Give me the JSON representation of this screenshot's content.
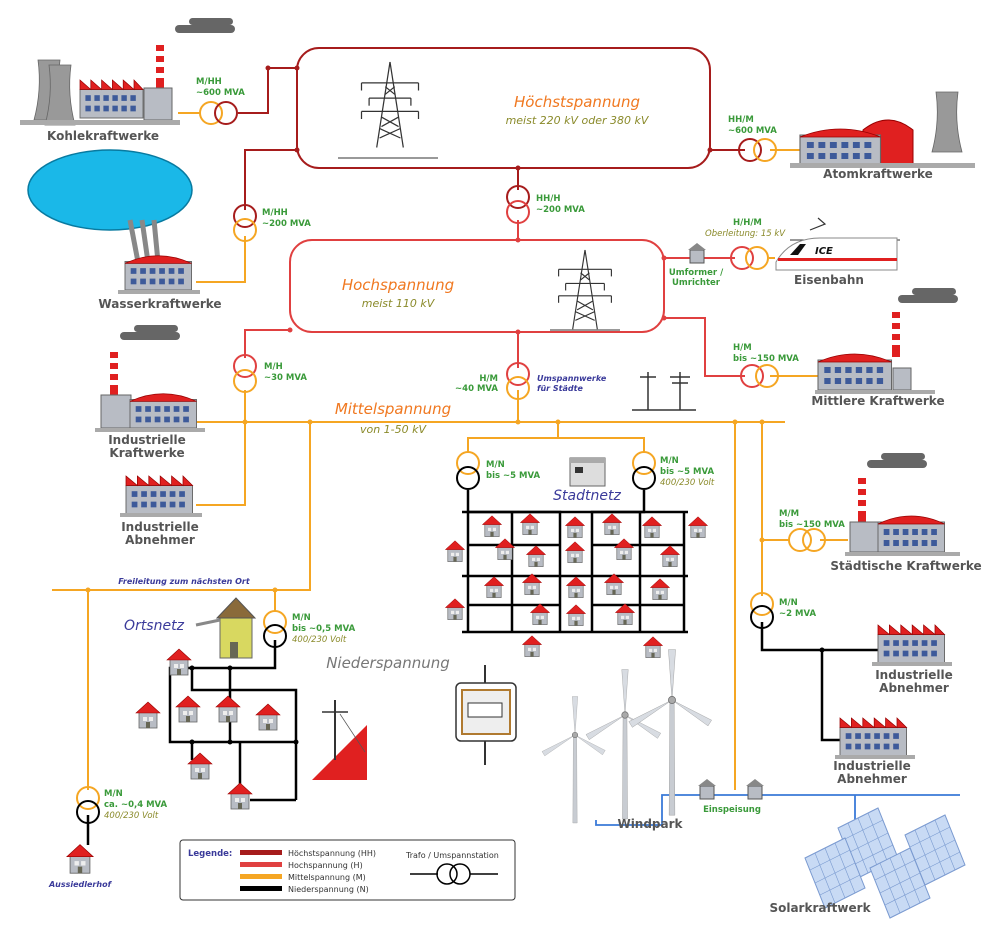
{
  "labels": {
    "coal": "Kohlekraftwerke",
    "nuclear": "Atomkraftwerke",
    "hydro": "Wasserkraftwerke",
    "rail": "Eisenbahn",
    "medium_plants": "Mittlere Kraftwerke",
    "industrial_plants_1": "Industrielle",
    "industrial_plants_2": "Kraftwerke",
    "industrial_consumers_1": "Industrielle",
    "industrial_consumers_2": "Abnehmer",
    "city_plants": "Städtische Kraftwerke",
    "right_consumers_a1": "Industrielle",
    "right_consumers_a2": "Abnehmer",
    "right_consumers_b1": "Industrielle",
    "right_consumers_b2": "Abnehmer",
    "windpark": "Windpark",
    "solar": "Solarkraftwerk",
    "feed_in": "Einspeisung",
    "converter_1": "Umformer /",
    "converter_2": "Umrichter",
    "ice": "ICE",
    "city_substations_1": "Umspannwerke",
    "city_substations_2": "für Städte",
    "overhead_line_next": "Freileitung zum nächsten Ort",
    "farm": "Aussiedlerhof"
  },
  "levels": {
    "hhs_title": "Höchstspannung",
    "hhs_sub": "meist 220 kV oder 380 kV",
    "hs_title": "Hochspannung",
    "hs_sub": "meist 110 kV",
    "ms_title": "Mittelspannung",
    "ms_sub": "von 1-50 kV",
    "ns_title": "Niederspannung",
    "city_net": "Stadtnetz",
    "local_net": "Ortsnetz"
  },
  "transformers": {
    "coal_1": "M/HH",
    "coal_2": "~600 MVA",
    "nuclear_1": "HH/M",
    "nuclear_2": "~600 MVA",
    "hydro_1": "M/HH",
    "hydro_2": "~200 MVA",
    "hhh_1": "HH/H",
    "hhh_2": "~200 MVA",
    "rail_1": "H/H/M",
    "rail_2": "Oberleitung: 15 kV",
    "medium_1": "H/M",
    "medium_2": "bis ~150 MVA",
    "industrial_1": "M/H",
    "industrial_2": "~30 MVA",
    "city_sub_1": "H/M",
    "city_sub_2": "~40 MVA",
    "city_a_1": "M/N",
    "city_a_2": "bis ~5 MVA",
    "city_b_1": "M/N",
    "city_b_2": "bis ~5 MVA",
    "city_b_3": "400/230 Volt",
    "cityplant_1": "M/M",
    "cityplant_2": "bis ~150 MVA",
    "right_1": "M/N",
    "right_2": "~2 MVA",
    "local_1": "M/N",
    "local_2": "bis ~0,5 MVA",
    "local_3": "400/230 Volt",
    "farm_1": "M/N",
    "farm_2": "ca. ~0,4 MVA",
    "farm_3": "400/230 Volt"
  },
  "legend": {
    "title": "Legende:",
    "items": [
      {
        "label": "Höchstspannung (HH)",
        "color": "#a61c1c"
      },
      {
        "label": "Hochspannung (H)",
        "color": "#e04040"
      },
      {
        "label": "Mittelspannung (M)",
        "color": "#f5a623"
      },
      {
        "label": "Niederspannung (N)",
        "color": "#000000"
      }
    ],
    "trafo_label": "Trafo / Umspannstation"
  },
  "colors": {
    "hhs": "#a61c1c",
    "hs": "#e04040",
    "ms": "#f5a623",
    "ns": "#000000",
    "feed": "#3a7ad8"
  }
}
